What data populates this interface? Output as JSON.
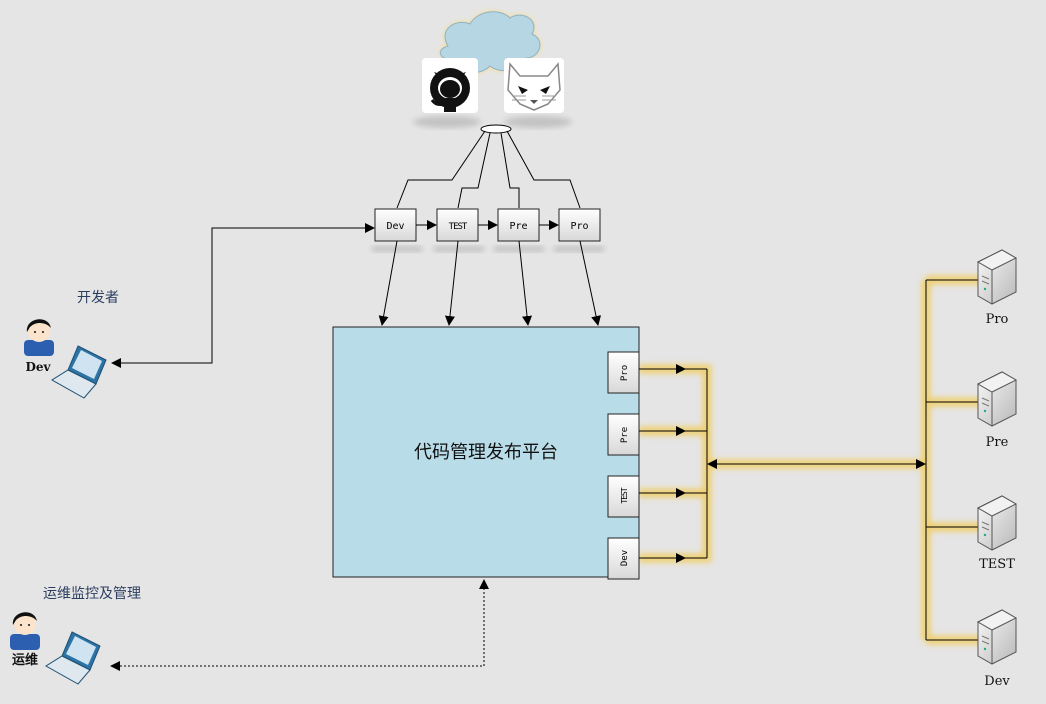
{
  "diagram": {
    "platform_title": "代码管理发布平台",
    "pipeline_stages": [
      "Dev",
      "TEST",
      "Pre",
      "Pro"
    ],
    "platform_ports": [
      "Pro",
      "Pre",
      "TEST",
      "Dev"
    ],
    "servers": [
      "Pro",
      "Pre",
      "TEST",
      "Dev"
    ],
    "developer": {
      "label": "开发者",
      "badge": "Dev"
    },
    "operations": {
      "label": "运维监控及管理",
      "badge": "运维"
    },
    "repositories": [
      "github-icon",
      "gitlab-icon"
    ],
    "colors": {
      "background": "#e5e5e5",
      "platform_fill": "#b8dce8",
      "highlight": "#f2c94c",
      "line": "#000000",
      "label_text": "#2c3e60"
    }
  }
}
